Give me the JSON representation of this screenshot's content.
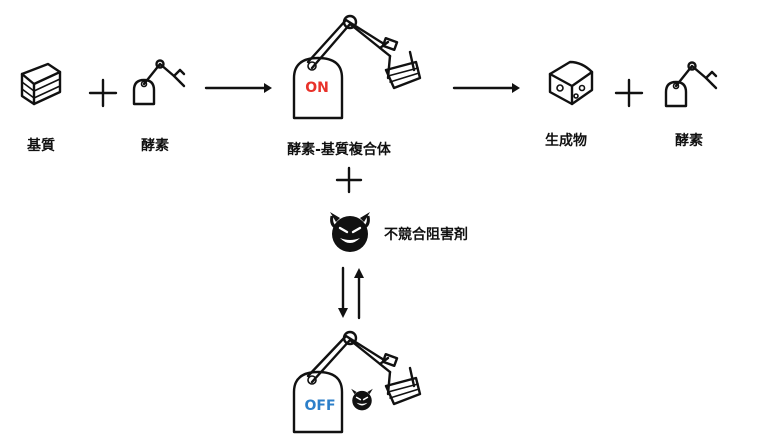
{
  "labels": {
    "substrate": "基質",
    "enzyme_left": "酵素",
    "complex": "酵素-基質複合体",
    "product": "生成物",
    "enzyme_right": "酵素",
    "inhibitor": "不競合阻害剤"
  },
  "status": {
    "on": "ON",
    "off": "OFF"
  },
  "colors": {
    "on": "#e8322a",
    "off": "#2c7fc9",
    "ink": "#111111"
  },
  "icons": {
    "substrate": "cake-slice-icon",
    "enzyme": "robot-arm-icon",
    "product": "cheese-icon",
    "inhibitor": "devil-face-icon"
  }
}
